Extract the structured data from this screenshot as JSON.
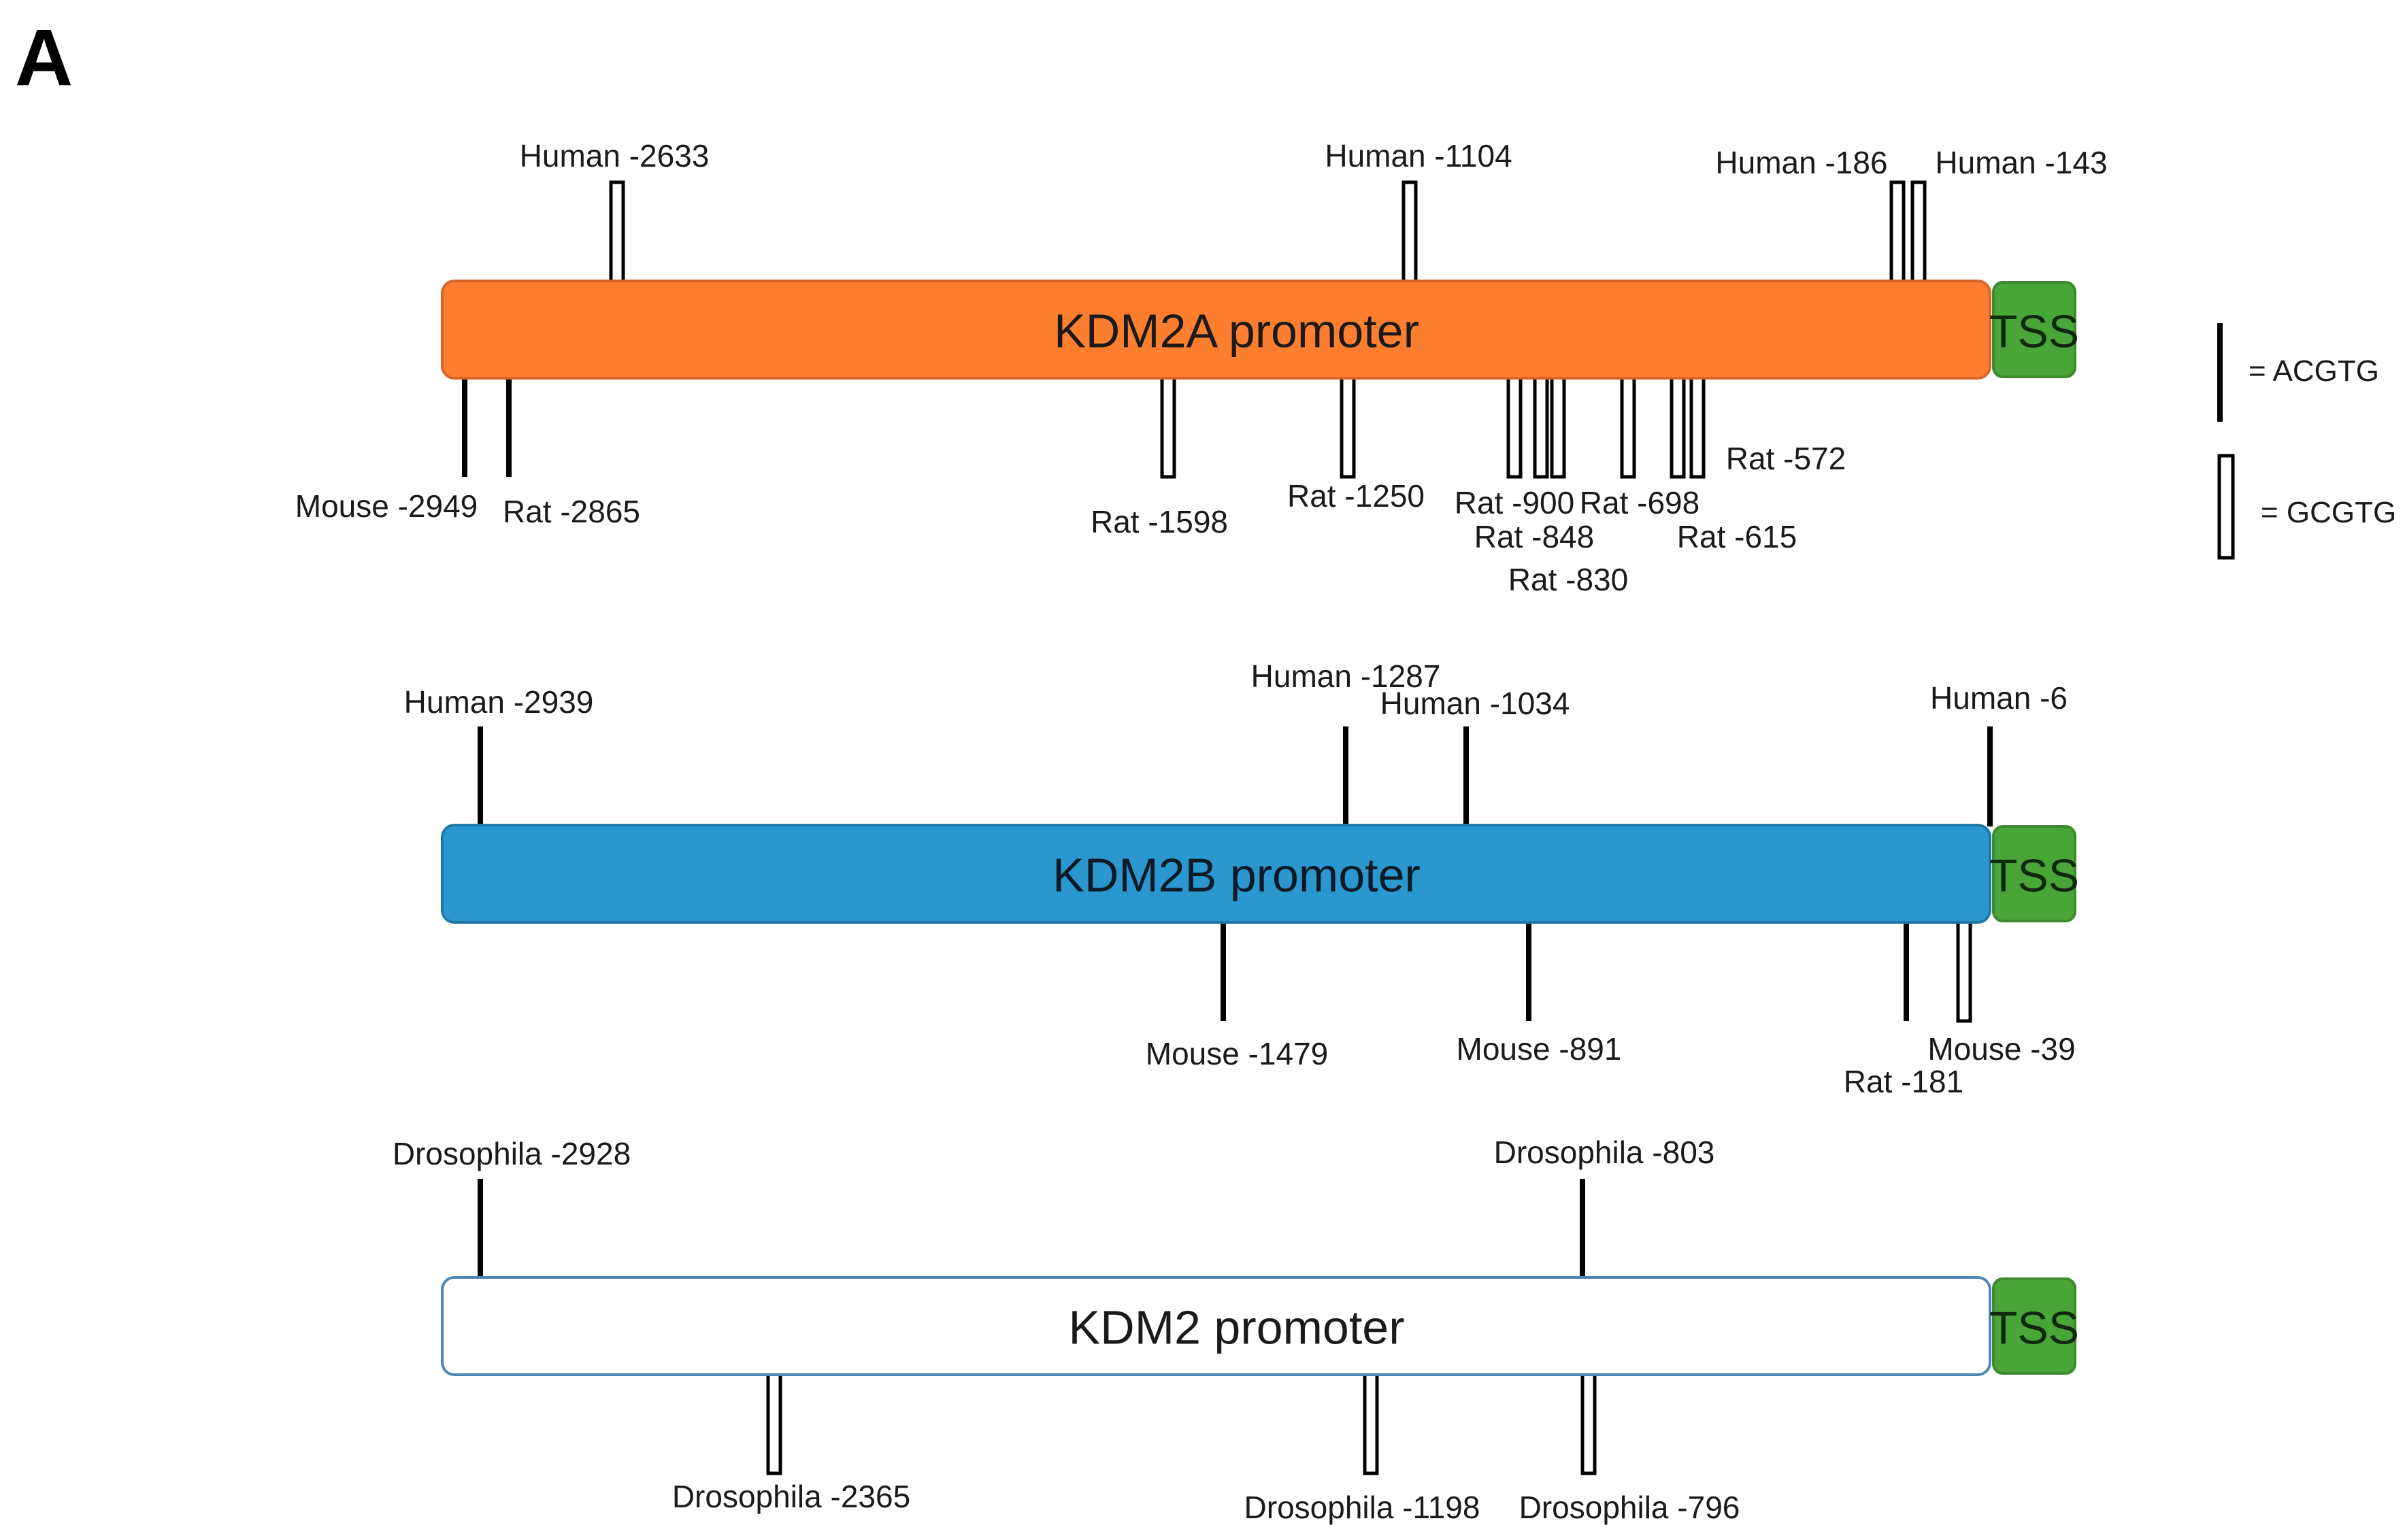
{
  "panel_label": "A",
  "legend": [
    {
      "symbol": "line",
      "label": "= ACGTG"
    },
    {
      "symbol": "box",
      "label": "= GCGTG"
    }
  ],
  "colors": {
    "kdm2a": "#fd7e2f",
    "kdm2a_border": "#d9642a",
    "kdm2b": "#2a97cf",
    "kdm2b_border": "#1d78a8",
    "kdm2": "#ffffff",
    "kdm2_border": "#4a86b8",
    "tss": "#4aa539",
    "tss_border": "#3f8a2f",
    "mark": "#000000"
  },
  "promoters": [
    {
      "id": "kdm2a",
      "label": "KDM2A promoter",
      "tss": "TSS",
      "sites": [
        {
          "label": "Human -2633",
          "species": "Human",
          "position": -2633,
          "side": "top",
          "motif": "GCGTG"
        },
        {
          "label": "Human -1104",
          "species": "Human",
          "position": -1104,
          "side": "top",
          "motif": "GCGTG"
        },
        {
          "label": "Human -186",
          "species": "Human",
          "position": -186,
          "side": "top",
          "motif": "GCGTG"
        },
        {
          "label": "Human -143",
          "species": "Human",
          "position": -143,
          "side": "top",
          "motif": "GCGTG"
        },
        {
          "label": "Mouse -2949",
          "species": "Mouse",
          "position": -2949,
          "side": "bottom",
          "motif": "ACGTG"
        },
        {
          "label": "Rat -2865",
          "species": "Rat",
          "position": -2865,
          "side": "bottom",
          "motif": "ACGTG"
        },
        {
          "label": "Rat -1598",
          "species": "Rat",
          "position": -1598,
          "side": "bottom",
          "motif": "GCGTG"
        },
        {
          "label": "Rat -1250",
          "species": "Rat",
          "position": -1250,
          "side": "bottom",
          "motif": "GCGTG"
        },
        {
          "label": "Rat -900",
          "species": "Rat",
          "position": -900,
          "side": "bottom",
          "motif": "GCGTG"
        },
        {
          "label": "Rat -848",
          "species": "Rat",
          "position": -848,
          "side": "bottom",
          "motif": "GCGTG"
        },
        {
          "label": "Rat -830",
          "species": "Rat",
          "position": -830,
          "side": "bottom",
          "motif": "GCGTG"
        },
        {
          "label": "Rat -698",
          "species": "Rat",
          "position": -698,
          "side": "bottom",
          "motif": "GCGTG"
        },
        {
          "label": "Rat -615",
          "species": "Rat",
          "position": -615,
          "side": "bottom",
          "motif": "GCGTG"
        },
        {
          "label": "Rat -572",
          "species": "Rat",
          "position": -572,
          "side": "bottom",
          "motif": "GCGTG"
        }
      ]
    },
    {
      "id": "kdm2b",
      "label": "KDM2B promoter",
      "tss": "TSS",
      "sites": [
        {
          "label": "Human -2939",
          "species": "Human",
          "position": -2939,
          "side": "top",
          "motif": "ACGTG"
        },
        {
          "label": "Human -1287",
          "species": "Human",
          "position": -1287,
          "side": "top",
          "motif": "ACGTG"
        },
        {
          "label": "Human -1034",
          "species": "Human",
          "position": -1034,
          "side": "top",
          "motif": "ACGTG"
        },
        {
          "label": "Human -6",
          "species": "Human",
          "position": -6,
          "side": "top",
          "motif": "ACGTG"
        },
        {
          "label": "Mouse -1479",
          "species": "Mouse",
          "position": -1479,
          "side": "bottom",
          "motif": "ACGTG"
        },
        {
          "label": "Mouse -891",
          "species": "Mouse",
          "position": -891,
          "side": "bottom",
          "motif": "ACGTG"
        },
        {
          "label": "Rat -181",
          "species": "Rat",
          "position": -181,
          "side": "bottom",
          "motif": "ACGTG"
        },
        {
          "label": "Mouse -39",
          "species": "Mouse",
          "position": -39,
          "side": "bottom",
          "motif": "GCGTG"
        }
      ]
    },
    {
      "id": "kdm2",
      "label": "KDM2 promoter",
      "tss": "TSS",
      "sites": [
        {
          "label": "Drosophila -2928",
          "species": "Drosophila",
          "position": -2928,
          "side": "top",
          "motif": "ACGTG"
        },
        {
          "label": "Drosophila -803",
          "species": "Drosophila",
          "position": -803,
          "side": "top",
          "motif": "ACGTG"
        },
        {
          "label": "Drosophila -2365",
          "species": "Drosophila",
          "position": -2365,
          "side": "bottom",
          "motif": "GCGTG"
        },
        {
          "label": "Drosophila -1198",
          "species": "Drosophila",
          "position": -1198,
          "side": "bottom",
          "motif": "GCGTG"
        },
        {
          "label": "Drosophila -796",
          "species": "Drosophila",
          "position": -796,
          "side": "bottom",
          "motif": "GCGTG"
        }
      ]
    }
  ]
}
